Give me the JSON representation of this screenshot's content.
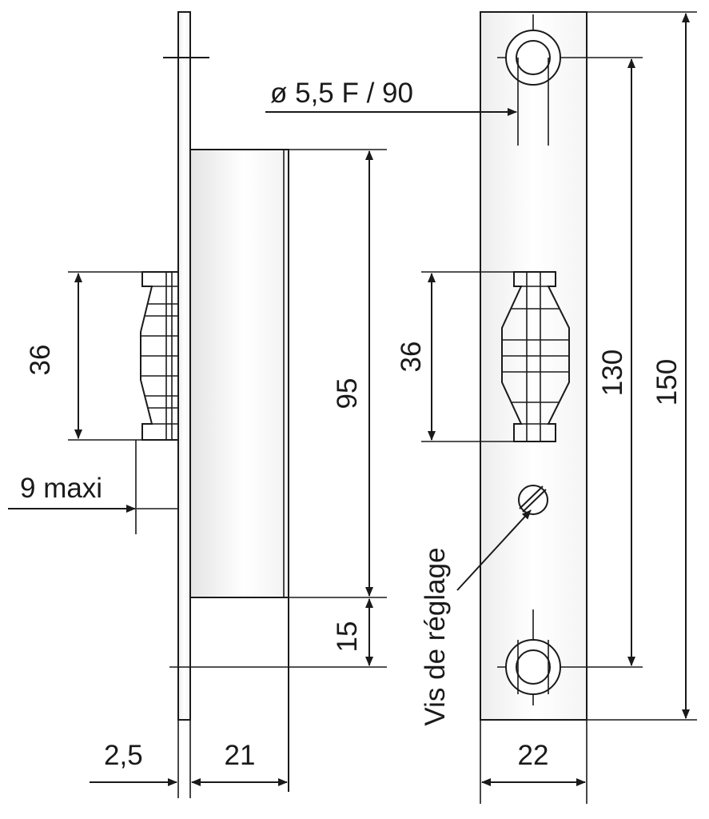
{
  "labels": {
    "hole_spec": "ø 5,5 F / 90",
    "dim_36_left": "36",
    "dim_95": "95",
    "dim_15": "15",
    "dim_9_maxi": "9 maxi",
    "dim_2_5": "2,5",
    "dim_21": "21",
    "dim_36_right": "36",
    "dim_130": "130",
    "dim_150": "150",
    "dim_22": "22",
    "adjust_screw": "Vis de réglage"
  }
}
